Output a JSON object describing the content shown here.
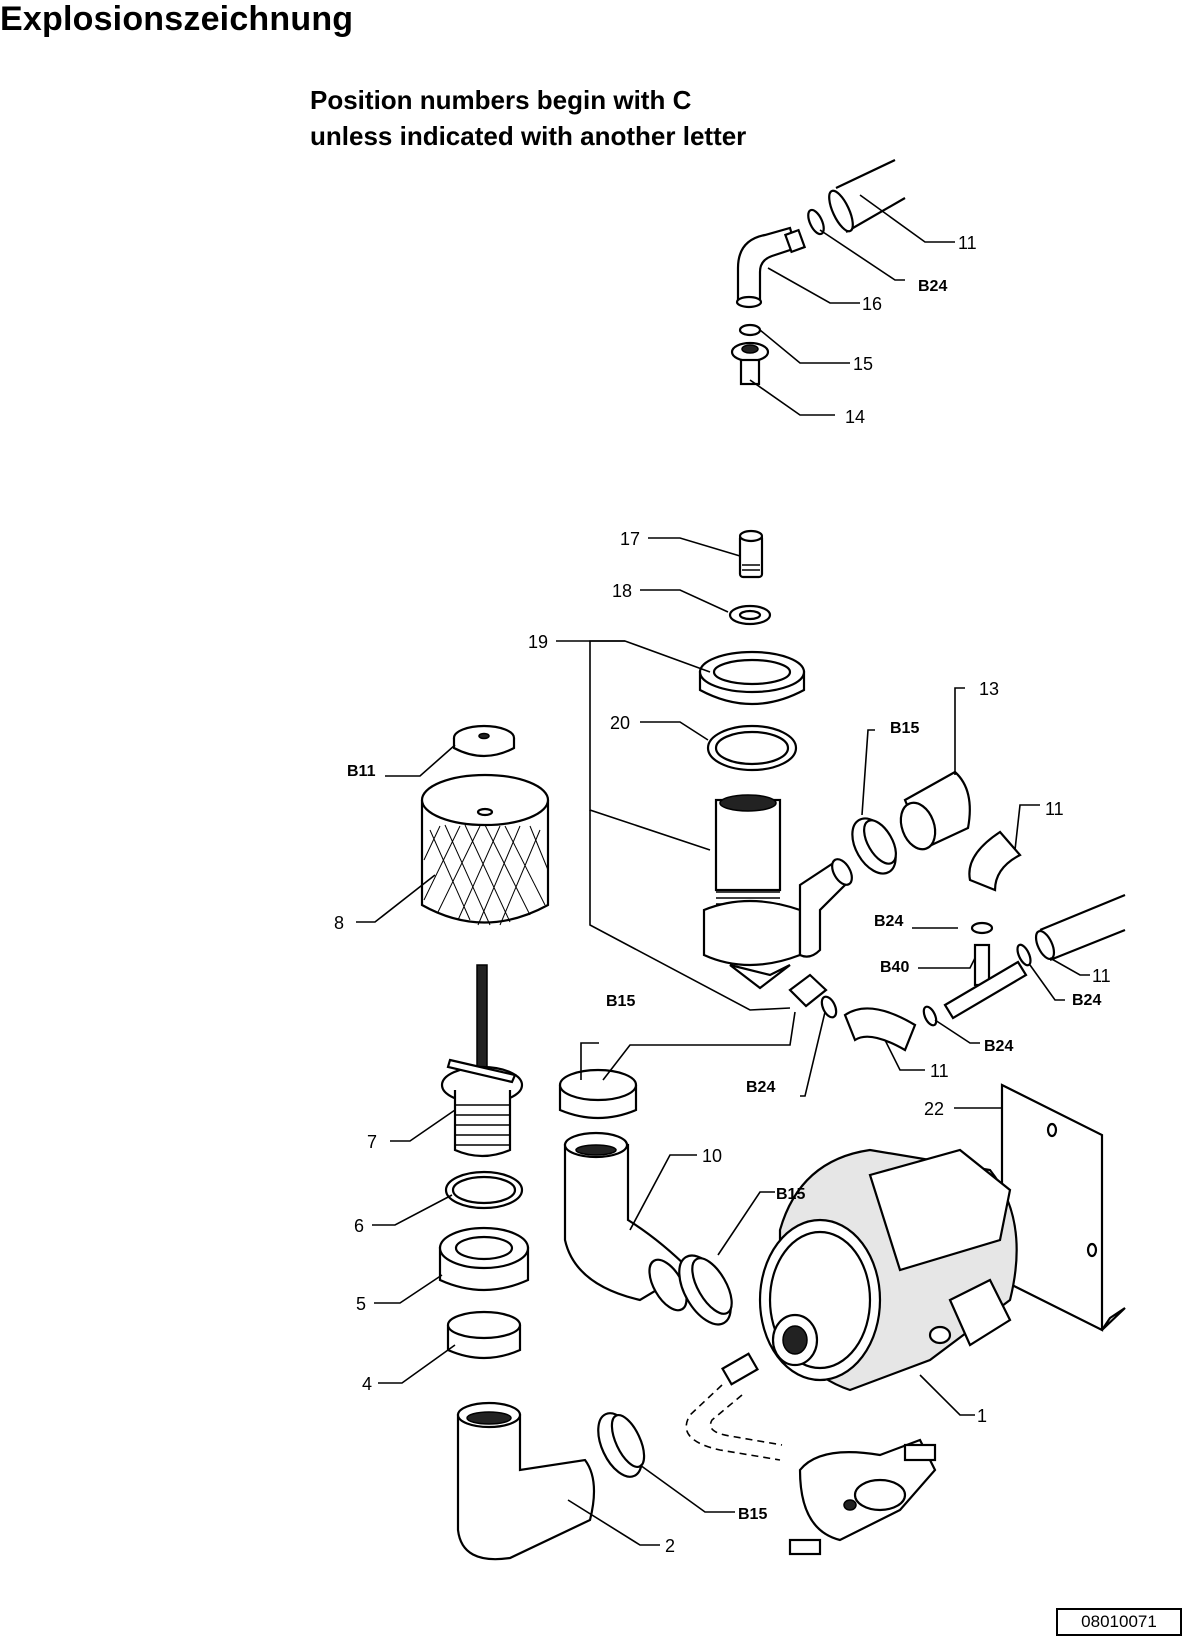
{
  "title": "Explosionszeichnung",
  "note": {
    "line1": "Position numbers begin with C",
    "line2": "unless indicated with another letter"
  },
  "doc_number": "08010071",
  "callouts": {
    "c11_top": "11",
    "b24_top": "B24",
    "c16": "16",
    "c15": "15",
    "c14": "14",
    "c17": "17",
    "c18": "18",
    "c19": "19",
    "c20": "20",
    "b11": "B11",
    "c13": "13",
    "b15_top": "B15",
    "c11_hose": "11",
    "b24_mid": "B24",
    "b40": "B40",
    "c11_pipe": "11",
    "b24_right": "B24",
    "c8": "8",
    "b15_left": "B15",
    "b24_low": "B24",
    "b24_branch": "B24",
    "c11_bend": "11",
    "c22": "22",
    "c7": "7",
    "c10": "10",
    "b15_mid": "B15",
    "c6": "6",
    "c5": "5",
    "c4": "4",
    "c1": "1",
    "b15_bottom": "B15",
    "c2": "2"
  }
}
